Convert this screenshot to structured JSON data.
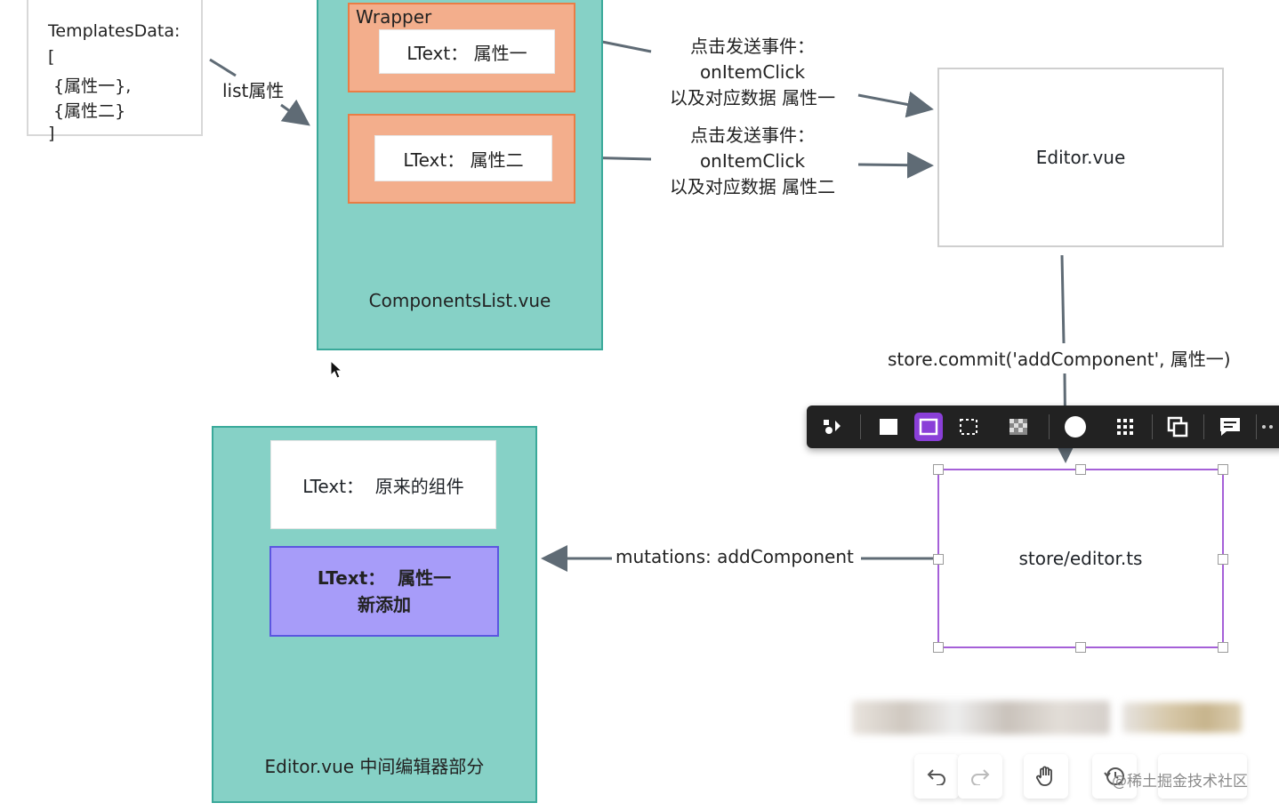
{
  "templates": {
    "lines": [
      "TemplatesData:",
      "[",
      " {属性一},",
      " {属性二}",
      "]"
    ]
  },
  "list_prop_label": "list属性",
  "components_list": {
    "wrapper_label": "Wrapper",
    "item1": "LText：  属性一",
    "item2": "LText：  属性二",
    "footer": "ComponentsList.vue"
  },
  "events": {
    "event1": [
      "点击发送事件：",
      "onItemClick",
      "以及对应数据 属性一"
    ],
    "event2": [
      "点击发送事件：",
      "onItemClick",
      "以及对应数据 属性二"
    ]
  },
  "editor_vue": "Editor.vue",
  "commit_label": "store.commit('addComponent', 属性一)",
  "store_label": "store/editor.ts",
  "mutation_label": "mutations: addComponent",
  "editor_middle": {
    "original": "LText：  原来的组件",
    "new_line1": "LText：  属性一",
    "new_line2": "新添加",
    "footer": "Editor.vue 中间编辑器部分"
  },
  "toolbar": {
    "icons": [
      "shapes-icon",
      "fill-rect-icon",
      "outline-rect-icon",
      "dashed-rect-icon",
      "checker-icon",
      "circle-icon",
      "grid-icon",
      "copy-icon",
      "comment-icon",
      "more-icon"
    ],
    "active_index": 2,
    "accent": "#8a3fd8"
  },
  "bottom_bar": {
    "buttons": [
      "undo-icon",
      "redo-icon",
      "hand-icon",
      "history-icon"
    ],
    "watermark": "@稀土掘金技术社区"
  },
  "colors": {
    "teal": "#86d1c6",
    "orange": "#f3ae8c",
    "purple_card": "#a79cf9",
    "arrow": "#5f6b75"
  }
}
